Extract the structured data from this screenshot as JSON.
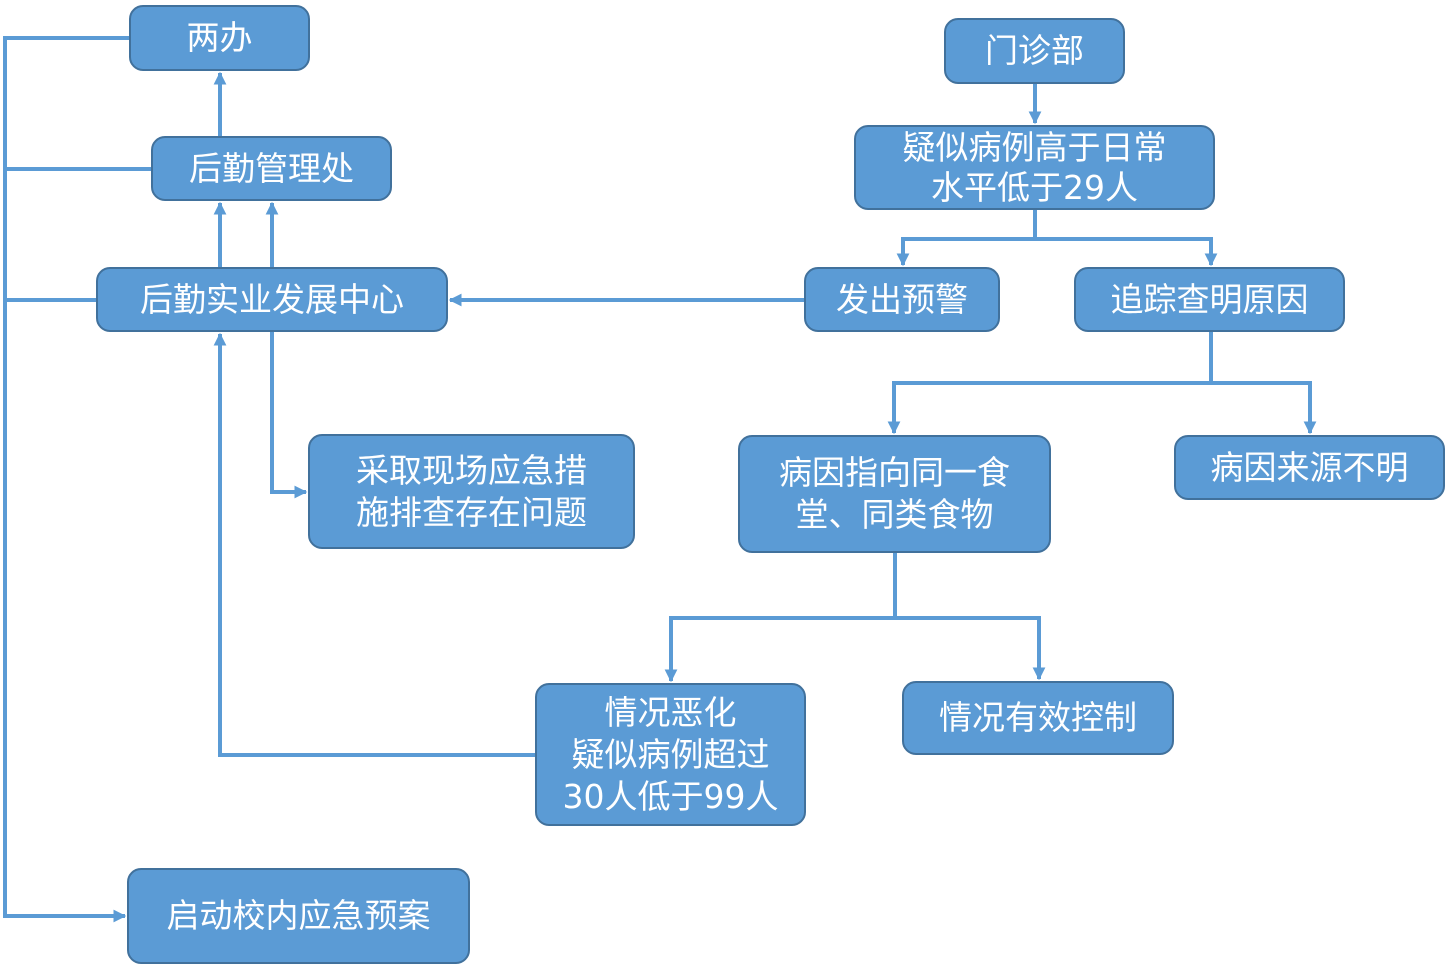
{
  "colors": {
    "fill": "#5b9bd5",
    "border": "#41719c",
    "line": "#5b9bd5",
    "text": "#ffffff"
  },
  "nodes": {
    "liangban": "两办",
    "houqin_guanli": "后勤管理处",
    "houqin_shiye": "后勤实业发展中心",
    "caiqu": [
      "采取现场应急措",
      "施排查存在问题"
    ],
    "qingkuang_ehua": [
      "情况恶化",
      "疑似病例超过",
      "30人低于99人"
    ],
    "qidong": "启动校内应急预案",
    "menzhenbu": "门诊部",
    "yisi": [
      "疑似病例高于日常",
      "水平低于29人"
    ],
    "fachu": "发出预警",
    "zhuizong": "追踪查明原因",
    "bingyin_shitang": [
      "病因指向同一食",
      "堂、同类食物"
    ],
    "bingyin_buming": "病因来源不明",
    "youxiao": "情况有效控制"
  }
}
